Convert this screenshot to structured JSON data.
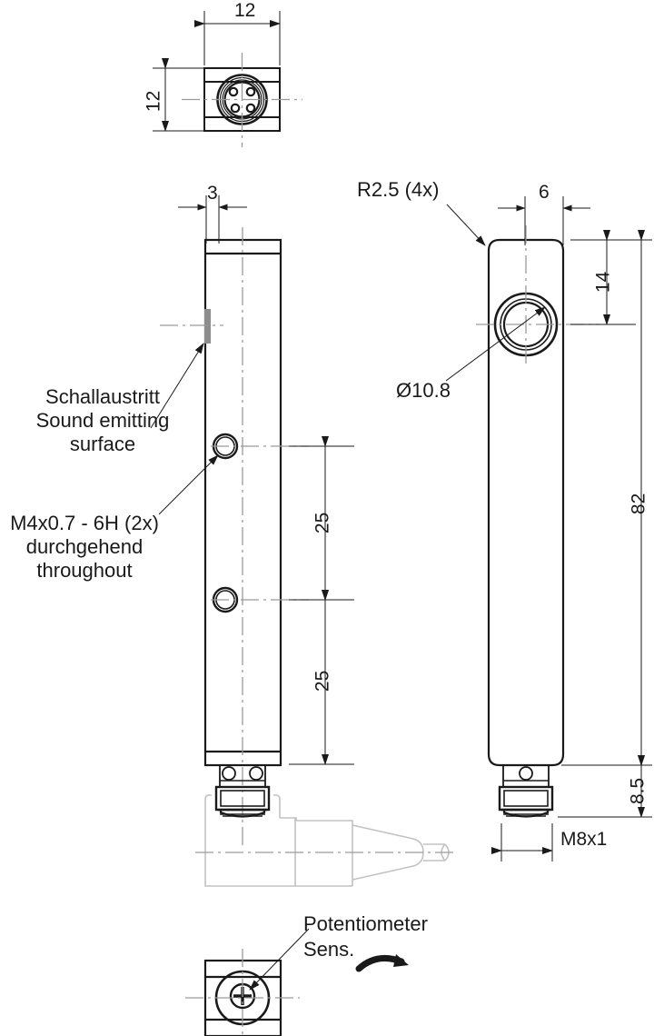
{
  "drawing": {
    "type": "engineering-dimension-drawing",
    "subject": "ultrasonic sensor block housing",
    "units": "mm",
    "line_color": "#1a1a1a",
    "phantom_color": "#bfbfbf",
    "center_line_color": "#9a9a9a"
  },
  "views": {
    "top": {
      "name": "top-view",
      "width_dim": "12",
      "height_dim": "12",
      "feature": "m8-connector-4-pin"
    },
    "front": {
      "name": "front-view",
      "edge_dim": "3",
      "hole_spacing_upper": "25",
      "hole_spacing_lower": "25"
    },
    "side": {
      "name": "side-view",
      "corner_radius": "R2.5 (4x)",
      "transducer_offset": "6",
      "transducer_height": "14",
      "transducer_diameter": "Ø10.8",
      "body_length": "82",
      "connector_length": "8.5",
      "connector_thread": "M8x1"
    },
    "bottom": {
      "name": "bottom-view",
      "feature": "potentiometer-screw"
    }
  },
  "callouts": {
    "sound_emitting": {
      "line1": "Schallaustritt",
      "line2": "Sound emitting",
      "line3": "surface"
    },
    "thread": {
      "line1": "M4x0.7 - 6H (2x)",
      "line2": "durchgehend",
      "line3": "throughout"
    },
    "potentiometer": {
      "line1": "Potentiometer",
      "line2": "Sens."
    }
  },
  "dimensions": {
    "top_width": "12",
    "top_height": "12",
    "front_edge": "3",
    "front_upper_spacing": "25",
    "front_lower_spacing": "25",
    "side_offset": "6",
    "side_transducer_height": "14",
    "side_body_length": "82",
    "side_connector_length": "8.5",
    "side_thread": "M8x1",
    "corner_radius": "R2.5 (4x)",
    "transducer_dia": "Ø10.8"
  }
}
